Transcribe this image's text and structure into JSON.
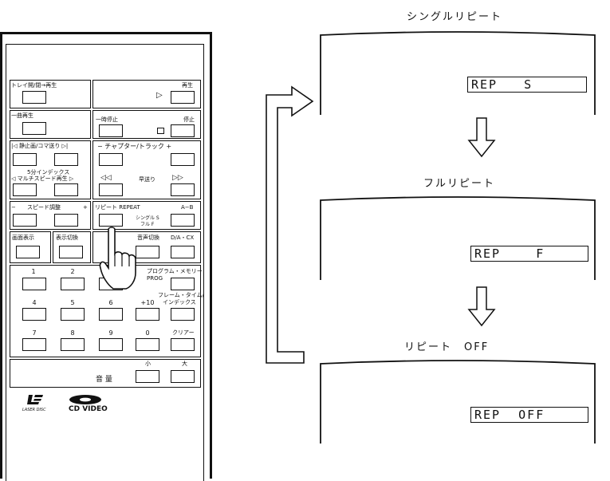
{
  "remote": {
    "row1": {
      "left": "トレイ開/閉→再生",
      "play": "再生"
    },
    "row2": {
      "left": "一曲再生",
      "pause": "一時停止",
      "stop": "停止"
    },
    "row3": {
      "left": "|◁ 静止画/コマ送り ▷|",
      "right": "− チャプター/トラック +"
    },
    "row4": {
      "left1": "5分インデックス",
      "left2": "◁ マルチスピード再生 ▷",
      "ff": "早送り"
    },
    "row5": {
      "speed": "スピード調整",
      "repeat": "リピート REPEAT",
      "rep_s": "シングル S",
      "rep_f": "フル F",
      "ab": "A−B"
    },
    "row6": {
      "screen": "画面表示",
      "disp": "表示切換",
      "audio": "音声切換",
      "da": "D/A・CX"
    },
    "keypad": {
      "n1": "1",
      "n2": "2",
      "n4": "4",
      "n5": "5",
      "n6": "6",
      "n10": "+10",
      "n7": "7",
      "n8": "8",
      "n9": "9",
      "n0": "0",
      "prog1": "プログラム・メモリー",
      "prog2": "PROG",
      "frame1": "フレーム・タイム/",
      "frame2": "インデックス",
      "clear": "クリアー"
    },
    "volume": {
      "label": "音 量",
      "small": "小",
      "large": "大"
    },
    "logos": {
      "ld": "LASER DISC",
      "cd": "CD VIDEO"
    }
  },
  "panels": [
    {
      "caption": "シングルリピート",
      "display": "REP   S"
    },
    {
      "caption": "フルリピート",
      "display": "REP    F"
    },
    {
      "caption": "リピート　OFF",
      "display": "REP  OFF"
    }
  ]
}
